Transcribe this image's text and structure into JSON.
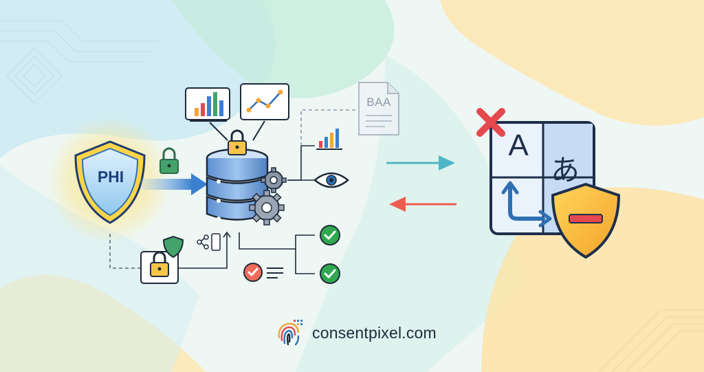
{
  "labels": {
    "phi": "PHI",
    "baa": "BAA",
    "latin_letter": "A",
    "japanese_letter": "あ"
  },
  "brand": {
    "text": "consentpixel.com"
  },
  "colors": {
    "shield_glow": "#ffd54a",
    "shield_fill": "#a9d8f5",
    "primary_blue": "#2f6fb3",
    "success_green": "#2fa84f",
    "alert_red": "#e5484d",
    "arrow_teal": "#4fb6c8",
    "warning_orange": "#f5a623",
    "ink": "#1e2a3a"
  },
  "icons": [
    "phi-shield-icon",
    "padlock-icon",
    "database-icon",
    "gear-icon",
    "bar-chart-icon",
    "line-chart-icon",
    "eye-icon",
    "baa-document-icon",
    "check-circle-icon",
    "translation-icon",
    "x-mark-icon",
    "warning-shield-icon",
    "fingerprint-logo-icon"
  ]
}
